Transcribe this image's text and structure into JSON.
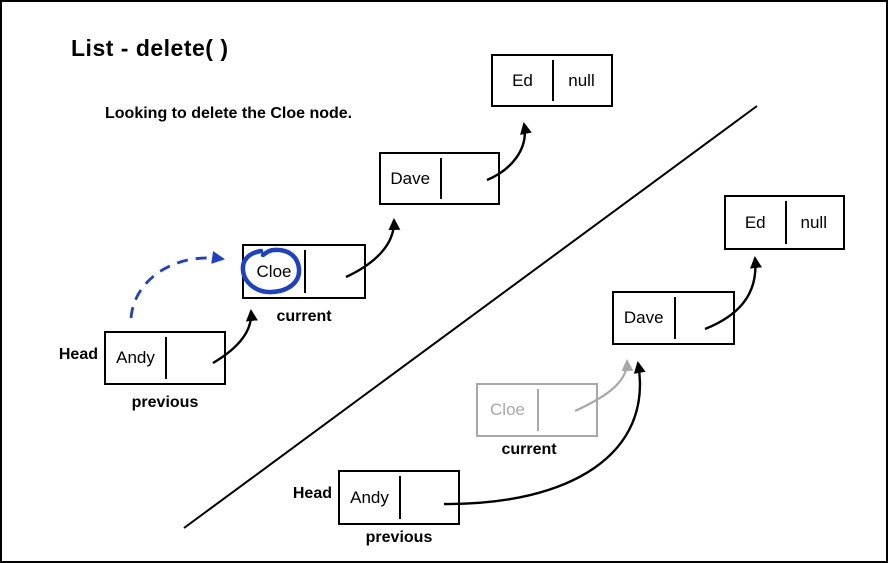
{
  "title": "List - delete( )",
  "subtitle": "Looking to delete the Cloe node.",
  "colors": {
    "ink": "#000000",
    "accent_blue": "#1c40c6",
    "muted_gray": "#a8a8a8"
  },
  "before": {
    "head_label": "Head",
    "previous_label": "previous",
    "current_label": "current",
    "nodes": {
      "ed": {
        "name": "Ed",
        "next": "null"
      },
      "dave": {
        "name": "Dave",
        "next": ""
      },
      "cloe": {
        "name": "Cloe",
        "next": ""
      },
      "andy": {
        "name": "Andy",
        "next": ""
      }
    }
  },
  "after": {
    "head_label": "Head",
    "previous_label": "previous",
    "current_label": "current",
    "nodes": {
      "ed": {
        "name": "Ed",
        "next": "null"
      },
      "dave": {
        "name": "Dave",
        "next": ""
      },
      "cloe": {
        "name": "Cloe",
        "next": ""
      },
      "andy": {
        "name": "Andy",
        "next": ""
      }
    }
  }
}
